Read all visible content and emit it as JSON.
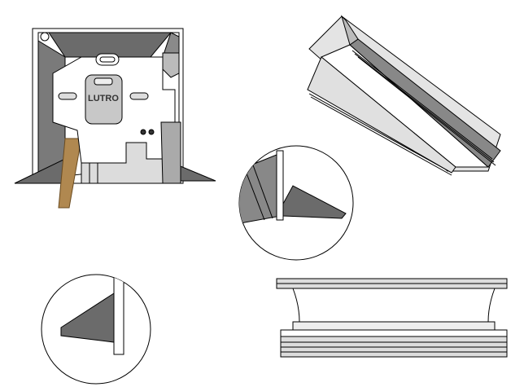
{
  "figure": {
    "views": [
      "housing-with-mounting-plate",
      "extrusion-perspective",
      "edge-detail-circle",
      "flange-detail-circle",
      "profile-elevation"
    ],
    "logo_text": "LUTRO"
  },
  "colors": {
    "dark_gray": "#6b6b6b",
    "mid_gray": "#9a9a9a",
    "light_gray": "#dcdcdc",
    "wood": "#b08850",
    "outline": "#000000"
  }
}
